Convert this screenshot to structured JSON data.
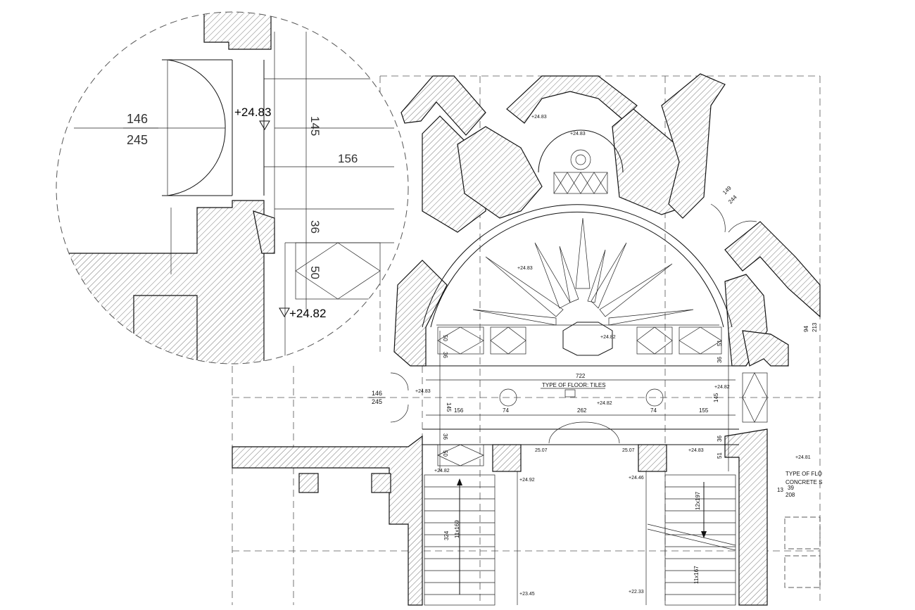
{
  "drawing": {
    "floor_type_label": "TYPE OF FLOOR: TILES",
    "floor_type_partial": "TYPE OF FLO",
    "concrete_partial": "CONCRETE S",
    "total_width": "722",
    "bays": [
      "156",
      "74",
      "262",
      "74",
      "155"
    ],
    "bay_depth": "145",
    "bay_depth_right": "145",
    "small_36_left": "36",
    "small_36_right": "36",
    "small_36_bl": "36",
    "small_36_br": "36",
    "small_50_left": "50",
    "small_50_bl": "50",
    "small_51_right": "51",
    "small_51_br": "51",
    "door_left": {
      "num": "146",
      "den": "245"
    },
    "door_right_top": {
      "num": "149",
      "den": "244"
    },
    "door_far_right": {
      "num": "94",
      "den": "213"
    },
    "door_small_right": {
      "num": "39",
      "den": "208"
    },
    "door_small_13": "13",
    "levels": {
      "niche_top": "+24.83",
      "niche_center": "+24.83",
      "apse": "+24.83",
      "mid": "+24.82",
      "center": "+24.82",
      "left_entry": "+24.83",
      "right_entry": "+24.82",
      "bottom_left": "+24.82",
      "lvl_25_07_a": "25.07",
      "lvl_25_07_b": "25.07",
      "right_lower": "+24.83",
      "far_right": "+24.81",
      "stair_left_top": "+24.92",
      "stair_right_top": "+24.46",
      "stair_left_bottom": "+23.45",
      "stair_right_bottom": "+22.33"
    },
    "stairs": {
      "left_run": "11x169",
      "left_small": "324",
      "right_run_top": "12x197",
      "right_run_bottom": "11x167"
    }
  },
  "detail_callout": {
    "door_num": "146",
    "door_den": "245",
    "level_top": "+24.83",
    "level_bottom": "+24.82",
    "dim_145": "145",
    "dim_156": "156",
    "dim_36": "36",
    "dim_50": "50"
  }
}
